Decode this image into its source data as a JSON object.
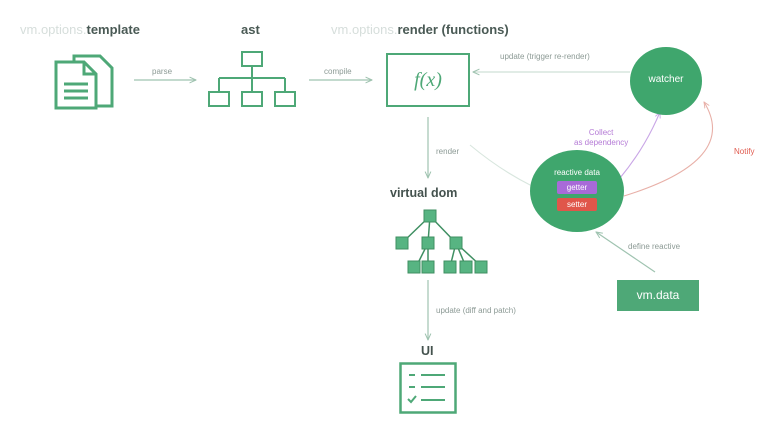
{
  "headers": {
    "template_prefix": "vm.options.",
    "template_main": "template",
    "ast": "ast",
    "render_prefix": "vm.options.",
    "render_main": "render (functions)"
  },
  "edges": {
    "parse": "parse",
    "compile": "compile",
    "update_trigger": "update (trigger re-render)",
    "render": "render",
    "collect": "Collect\nas dependency",
    "notify": "Notify",
    "define_reactive": "define reactive",
    "update_diff": "update (diff and patch)"
  },
  "nodes": {
    "render_fn": "f(x)",
    "watcher": "watcher",
    "reactive_data": "reactive data",
    "getter": "getter",
    "setter": "setter",
    "vm_data": "vm.data",
    "virtual_dom": "virtual dom",
    "ui": "UI"
  },
  "colors": {
    "green": "#4ea877",
    "green_dark": "#3fa66d",
    "getter": "#a86ad8",
    "setter": "#e0564a",
    "collect_text": "#b57bd6",
    "notify_text": "#e05a4e"
  }
}
